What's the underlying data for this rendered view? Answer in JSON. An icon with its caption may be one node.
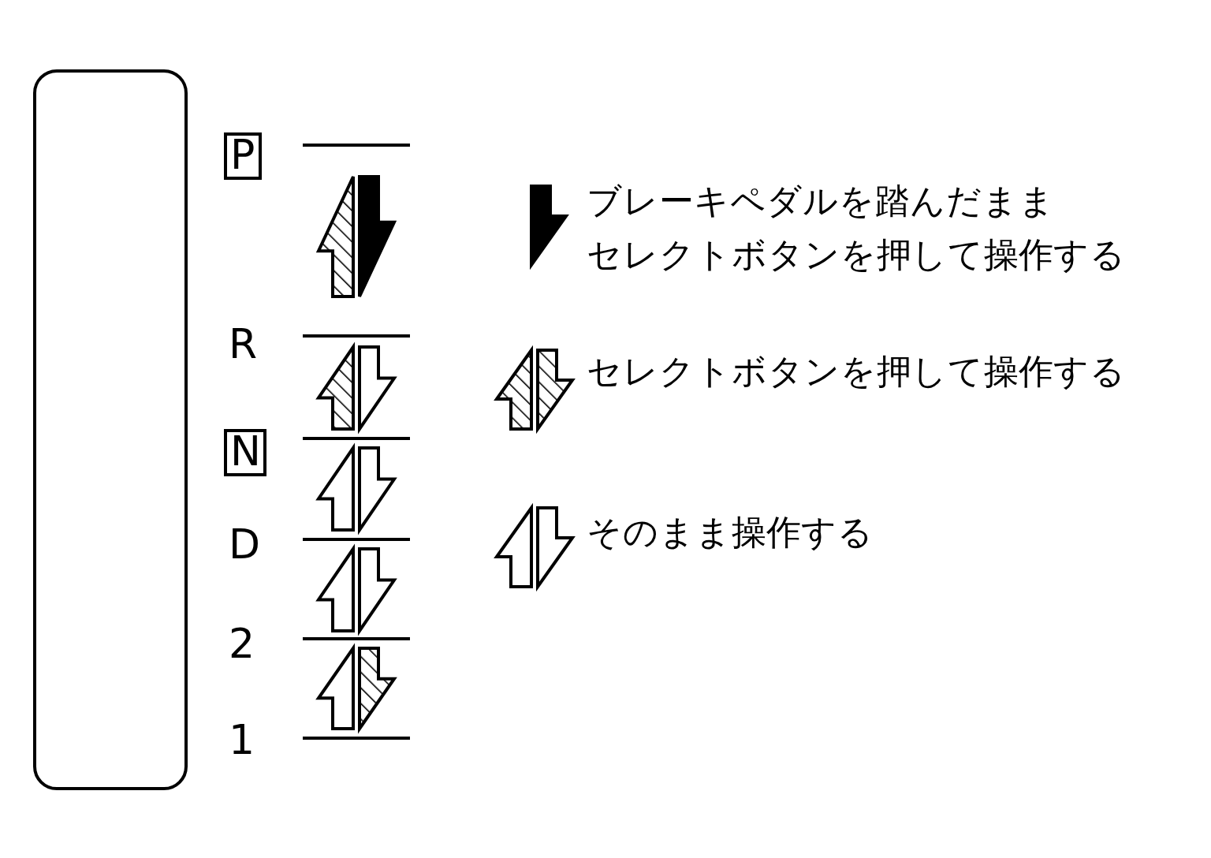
{
  "diagram": {
    "nodes": [
      {
        "text": [],
        "shape": "box"
      }
    ],
    "labels": [
      "P",
      "R",
      "N",
      "D",
      "2",
      "1"
    ],
    "legend": [
      {
        "text": "ブレーキペダルを踏んだままセレクトボタンを押して操作する"
      },
      {
        "text": "セレクトボタンを押して操作する"
      },
      {
        "text": "そのまま操作する"
      }
    ]
  }
}
